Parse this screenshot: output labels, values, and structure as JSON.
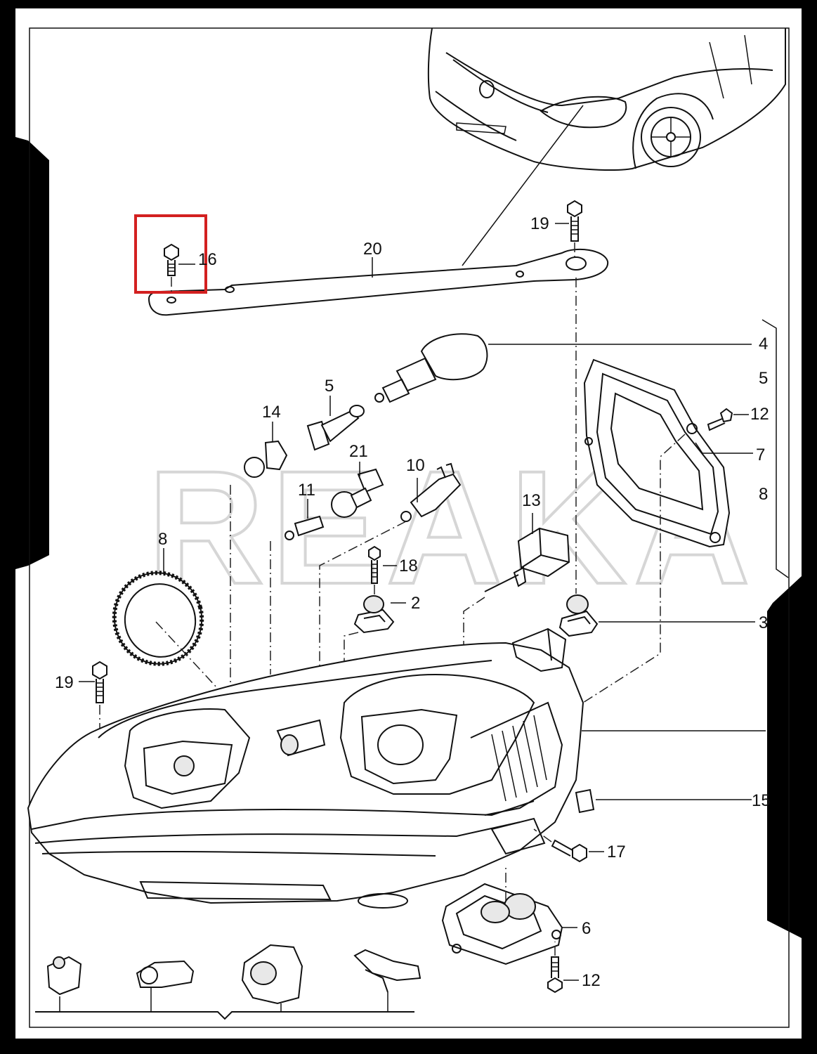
{
  "diagram": {
    "watermark": "REAKA",
    "highlight_color": "#d32020",
    "callouts": [
      {
        "id": "c16",
        "text": "16"
      },
      {
        "id": "c20",
        "text": "20"
      },
      {
        "id": "c19a",
        "text": "19"
      },
      {
        "id": "c4",
        "text": "4"
      },
      {
        "id": "c5r",
        "text": "5"
      },
      {
        "id": "c12a",
        "text": "12"
      },
      {
        "id": "c7",
        "text": "7"
      },
      {
        "id": "c8r",
        "text": "8"
      },
      {
        "id": "c5",
        "text": "5"
      },
      {
        "id": "c14",
        "text": "14"
      },
      {
        "id": "c21",
        "text": "21"
      },
      {
        "id": "c10",
        "text": "10"
      },
      {
        "id": "c11",
        "text": "11"
      },
      {
        "id": "c13",
        "text": "13"
      },
      {
        "id": "c8",
        "text": "8"
      },
      {
        "id": "c18",
        "text": "18"
      },
      {
        "id": "c2",
        "text": "2"
      },
      {
        "id": "c3",
        "text": "3"
      },
      {
        "id": "c19b",
        "text": "19"
      },
      {
        "id": "c15",
        "text": "15"
      },
      {
        "id": "c17",
        "text": "17"
      },
      {
        "id": "c6",
        "text": "6"
      },
      {
        "id": "c12b",
        "text": "12"
      }
    ]
  }
}
